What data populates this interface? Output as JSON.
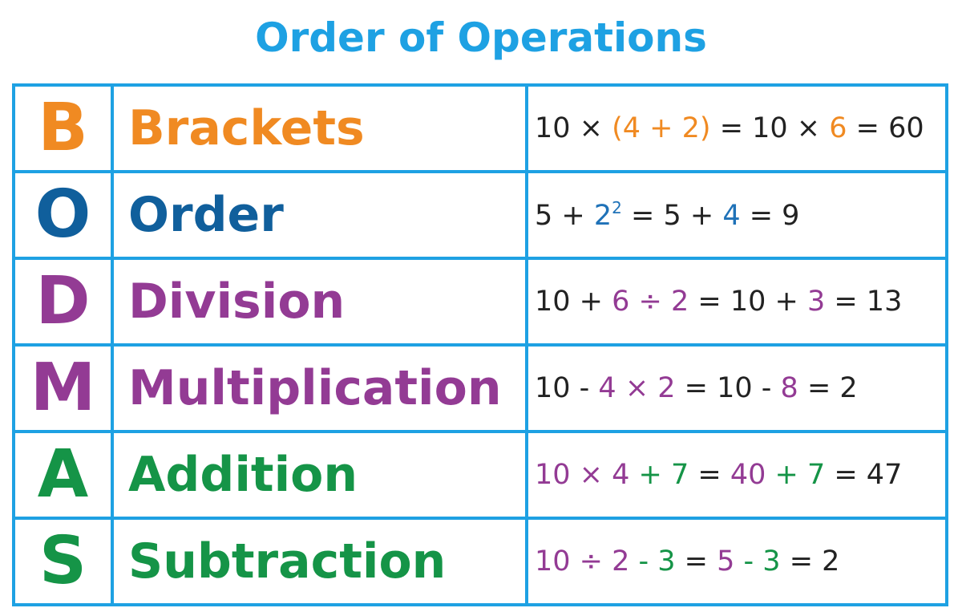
{
  "title": "Order of Operations",
  "colors": {
    "title": "#1ea1e3",
    "border": "#1ea1e3",
    "brackets": "#f08a22",
    "order": "#105f9c",
    "division": "#933b94",
    "multiplication": "#933b94",
    "addition": "#159447",
    "subtraction": "#159447",
    "text": "#222222"
  },
  "rows": [
    {
      "letter": "B",
      "word": "Brackets",
      "example": {
        "p1": "10 × ",
        "p2": "(4 + 2)",
        "p3": " = 10 × ",
        "p4": "6",
        "p5": " = 60"
      }
    },
    {
      "letter": "O",
      "word": "Order",
      "example": {
        "p1": "5 + ",
        "p2": "2",
        "p2_sup": "2",
        "p3": " = 5 + ",
        "p4": "4",
        "p5": " = 9"
      }
    },
    {
      "letter": "D",
      "word": "Division",
      "example": {
        "p1": "10 + ",
        "p2": "6 ÷ 2",
        "p3": " = 10 + ",
        "p4": "3",
        "p5": " = 13"
      }
    },
    {
      "letter": "M",
      "word": "Multiplication",
      "example": {
        "p1": "10 - ",
        "p2": "4 × 2",
        "p3": " = 10 - ",
        "p4": "8",
        "p5": " = 2"
      }
    },
    {
      "letter": "A",
      "word": "Addition",
      "example": {
        "p1": "10 × 4",
        "p2": " + 7",
        "p3": " = ",
        "p4": "40",
        "p5": " + 7",
        "p6": " = 47"
      }
    },
    {
      "letter": "S",
      "word": "Subtraction",
      "example": {
        "p1": "10 ÷ 2",
        "p2": " - 3",
        "p3": " = ",
        "p4": "5",
        "p5": " - 3",
        "p6": " = 2"
      }
    }
  ]
}
